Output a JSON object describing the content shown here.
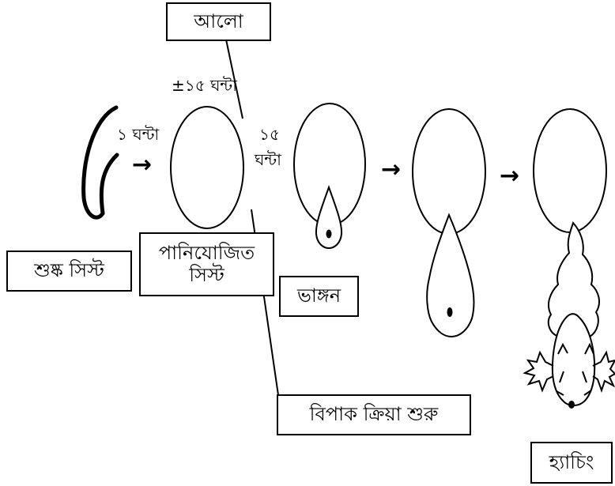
{
  "labels": {
    "light": "আলো",
    "dry_cyst": "শুষ্ক সিস্ট",
    "hydrated_cyst": "পানিযোজিত সিস্ট",
    "breaking": "ভাঙ্গন",
    "metabolism_start": "বিপাক ক্রিয়া শুরু",
    "hatching": "হ্যাচিং"
  },
  "times": {
    "one_hour": "১ ঘন্টা",
    "approx_15_hours": "±১৫ ঘন্টা",
    "fifteen": "১৫",
    "hours": "ঘন্টা"
  },
  "arrows": {
    "symbol": "→"
  }
}
